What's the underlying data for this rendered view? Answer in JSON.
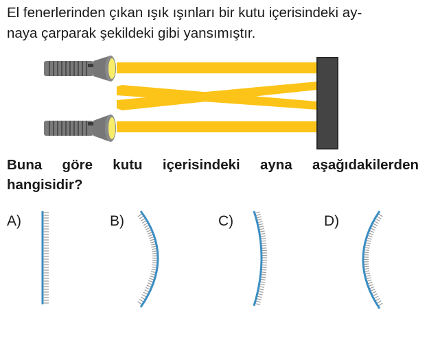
{
  "question": {
    "text_line1": "El fenerlerinden çıkan ışık ışınları bir kutu içerisindeki ay-",
    "text_line2": "naya çarparak şekildeki gibi yansımıştır.",
    "prompt_line1": "Buna göre kutu içerisindeki ayna aşağıdakilerden",
    "prompt_line2": "hangisidir?"
  },
  "options": [
    {
      "label": "A)",
      "mirror": "plane-mirror-icon"
    },
    {
      "label": "B)",
      "mirror": "concave-mirror-icon"
    },
    {
      "label": "C)",
      "mirror": "convex-mirror-icon"
    },
    {
      "label": "D)",
      "mirror": "convex-mirror-icon"
    }
  ],
  "colors": {
    "beam": "#fcc418",
    "box": "#444444",
    "flashlight_body": "#6b6b6b",
    "mirror_line": "#3b8ec4",
    "mirror_hatch": "#9a9a9a"
  }
}
